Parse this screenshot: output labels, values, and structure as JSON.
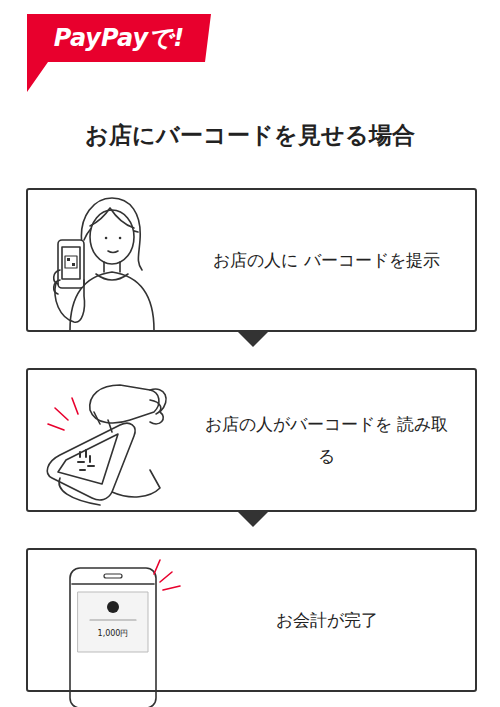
{
  "diagram": {
    "title": "お店にバーコードを見せる場合",
    "nodes": [
      {
        "text": [
          "PayPayで!"
        ]
      },
      {
        "text": [
          "お店の人に バーコードを提示"
        ]
      },
      {
        "text": [
          "お店の人がバーコードを 読み取る"
        ]
      },
      {
        "text": [
          "お会計が完了"
        ]
      }
    ],
    "edges": [
      {
        "from": 1,
        "to": 2,
        "arrow": "to"
      },
      {
        "from": 2,
        "to": 3,
        "arrow": "to"
      }
    ],
    "labels": [
      "1,000円"
    ]
  }
}
